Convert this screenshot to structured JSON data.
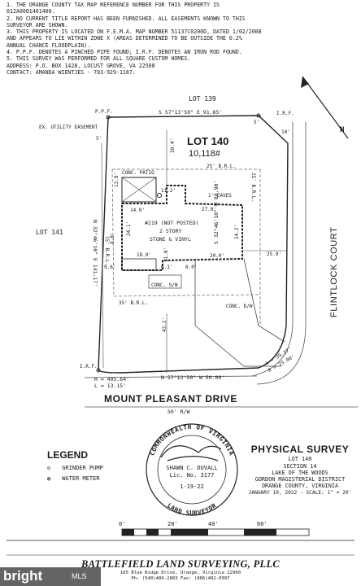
{
  "notes": [
    "1.  THE ORANGE COUNTY TAX MAP REFERENCE NUMBER FOR THIS PROPERTY IS",
    "    012A0001401400.",
    "2.  NO CURRENT TITLE REPORT HAS BEEN FURNISHED. ALL EASEMENTS KNOWN TO THIS",
    "    SURVEYOR ARE SHOWN.",
    "3.  THIS PROPERTY IS LOCATED ON F.E.M.A. MAP NUMBER 51137C0200D, DATED 1/02/2008",
    "    AND APPEARS TO LIE WITHIN ZONE X (AREAS DETERMINED TO BE OUTSIDE THE 0.2%",
    "    ANNUAL CHANCE FLOODPLAIN).",
    "4.  P.P.F. DENOTES A PINCHED PIPE FOUND; I.R.F. DENOTES AN IRON ROD FOUND.",
    "5.  THIS SURVEY WAS PERFORMED FOR ALL SQUARE CUSTOM HOMES.",
    "    ADDRESS: P.O. BOX 1428, LOCUST GROVE, VA 22508",
    "    CONTACT: AMANDA WIENTJES - 703-929-1167."
  ],
  "plat": {
    "lot_north": "LOT 139",
    "lot_west": "LOT 141",
    "lot_main": "LOT 140",
    "area": "10,118#",
    "ppf": "P.P.F.",
    "irf_ne": "I.R.F.",
    "irf_sw": "I.R.F.",
    "north_bearing": "S 57°13'50\" E  91.85'",
    "west_bearing": "N 32°46'10\" E  141.17'",
    "east_bearing": "S 32°46'10\" W  88.90'",
    "south_bearing": "N 57°13'50\" W  50.00'",
    "curve_r": "R = 405.64'",
    "curve_l": "L = 13.15'",
    "curve_l2": "L = 39.27'",
    "curve_r2": "R = 25.00'",
    "utility_easement": "EX. UTILITY EASEMENT",
    "brl_25": "25' B.R.L.",
    "brl_25_side": "25' B.R.L.",
    "brl_35": "35' B.R.L.",
    "brl_15": "15' B.R.L.",
    "dim_5": "5'",
    "dim_5b": "5'",
    "dim_10": "10'",
    "dim_30_4": "30.4'",
    "dim_14_0": "14.0'",
    "dim_27_0": "27.0'",
    "dim_24_1": "24.1'",
    "dim_24_2": "24.2'",
    "dim_18_0": "18.0'",
    "dim_20_0": "20.0'",
    "dim_25_9": "25.9'",
    "dim_9_6": "9.6'",
    "dim_6_1": "6.1'",
    "dim_11_0": "11.0'",
    "dim_6_0": "6.0'",
    "dim_8_0": "8.0'",
    "dim_11_2": "11.2'",
    "dim_13_8": "13.8'",
    "dim_43_2": "43.2'",
    "eaves": "1' EAVES",
    "patio": "CONC. PATIO",
    "house_1": "#219 (NOT POSTED)",
    "house_2": "2 STORY",
    "house_3": "STONE & VINYL",
    "sw": "CONC. S/W",
    "dw": "CONC. D/W",
    "road_south": "MOUNT PLEASANT DRIVE",
    "row": "50' R/W",
    "road_east": "FLINTLOCK COURT",
    "north_n": "N"
  },
  "legend": {
    "title": "LEGEND",
    "items": [
      {
        "symbol": "◎",
        "label": "GRINDER PUMP"
      },
      {
        "symbol": "◍",
        "label": "WATER METER"
      }
    ]
  },
  "seal": {
    "ring_top": "COMMONWEALTH OF VIRGINIA",
    "ring_bottom": "LAND SURVEYOR",
    "name": "SHAWN C. DUVALL",
    "lic": "Lic. No. 3177",
    "date": "1-19-22"
  },
  "survey": {
    "title": "PHYSICAL SURVEY",
    "lines": [
      "LOT 140",
      "SECTION 14",
      "LAKE OF THE WOODS",
      "GORDON MAGISTERIAL DISTRICT",
      "ORANGE COUNTY, VIRGINIA",
      "JANUARY 19, 2022 - SCALE: 1\" = 20'"
    ]
  },
  "scale": {
    "labels": [
      "0'",
      "20'",
      "40'",
      "60'"
    ]
  },
  "company": {
    "name": "BATTLEFIELD LAND SURVEYING, PLLC",
    "address": "165 Blue Ridge Drive, Orange, Virginia 22960",
    "phone": "Ph: (540)406-2883  Fax: (866)402-0997"
  },
  "watermark": {
    "brand": "bright",
    "mls": "MLS"
  }
}
